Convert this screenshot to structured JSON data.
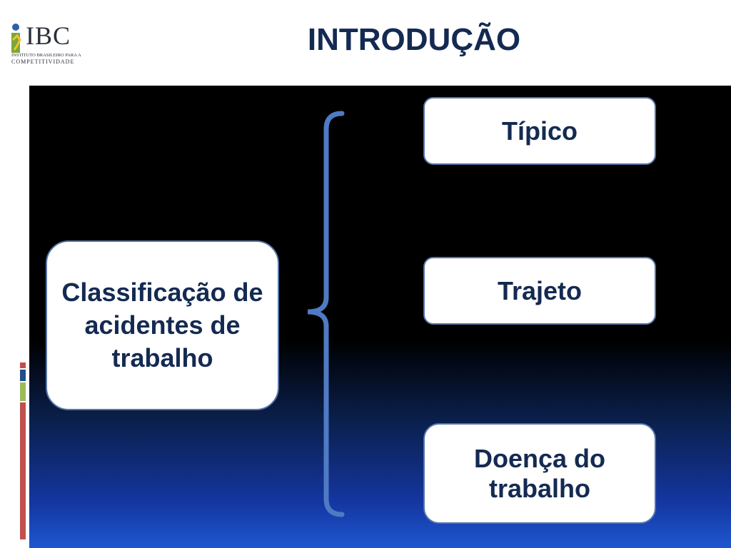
{
  "logo": {
    "letters": "IBC",
    "subtitle_line1": "INSTITUTO BRASILEIRO PARA A",
    "subtitle_line2": "COMPETITIVIDADE"
  },
  "title": "INTRODUÇÃO",
  "diagram": {
    "main_label": "Classificação de acidentes de trabalho",
    "options": [
      "Típico",
      "Trajeto",
      "Doença do trabalho"
    ]
  },
  "colors": {
    "title_text": "#142a52",
    "box_border": "#5676a8",
    "bracket": "#4f7ac4",
    "strip": [
      "#c0504d",
      "#1f4e8c",
      "#9bbb59",
      "#c0504d"
    ]
  }
}
